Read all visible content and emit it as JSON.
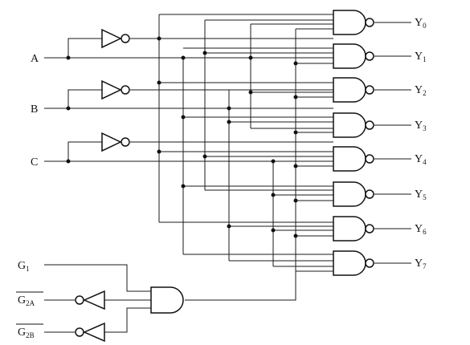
{
  "diagram": {
    "inputs": {
      "a": "A",
      "b": "B",
      "c": "C"
    },
    "enables": [
      {
        "base": "G",
        "sub": "1",
        "inverted": false
      },
      {
        "base": "G",
        "sub": "2A",
        "inverted": true
      },
      {
        "base": "G",
        "sub": "2B",
        "inverted": true
      }
    ],
    "outputs": [
      {
        "base": "Y",
        "sub": "0"
      },
      {
        "base": "Y",
        "sub": "1"
      },
      {
        "base": "Y",
        "sub": "2"
      },
      {
        "base": "Y",
        "sub": "3"
      },
      {
        "base": "Y",
        "sub": "4"
      },
      {
        "base": "Y",
        "sub": "5"
      },
      {
        "base": "Y",
        "sub": "6"
      },
      {
        "base": "Y",
        "sub": "7"
      }
    ]
  }
}
